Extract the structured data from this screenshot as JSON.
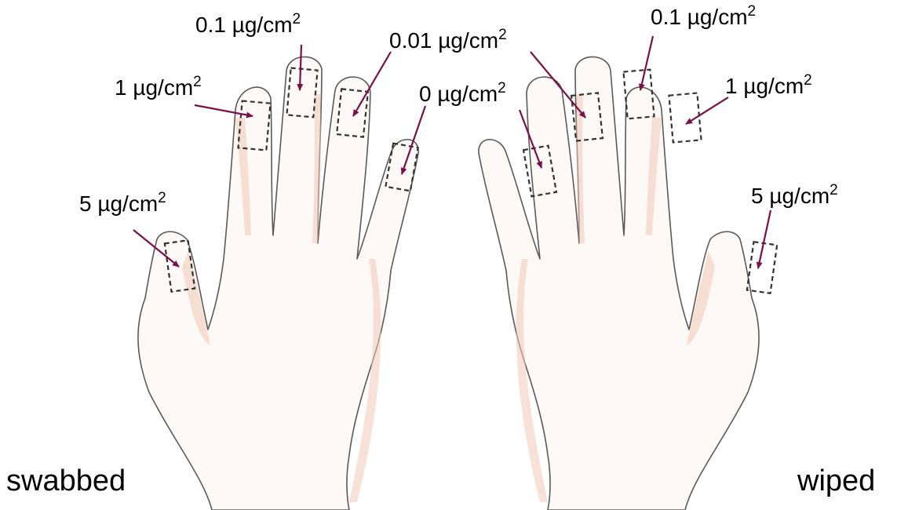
{
  "left_hand": {
    "caption": "swabbed",
    "labels": {
      "thumb": {
        "value": "5 µg/cm",
        "sup": "2"
      },
      "index": {
        "value": "1 µg/cm",
        "sup": "2"
      },
      "middle": {
        "value": "0.1 µg/cm",
        "sup": "2"
      },
      "ring": {
        "value": "0.01 µg/cm",
        "sup": "2"
      },
      "little": {
        "value": "0 µg/cm",
        "sup": "2"
      }
    }
  },
  "right_hand": {
    "caption": "wiped",
    "labels": {
      "middle": {
        "value": "0.1 µg/cm",
        "sup": "2"
      },
      "index": {
        "value": "1 µg/cm",
        "sup": "2"
      },
      "thumb": {
        "value": "5 µg/cm",
        "sup": "2"
      }
    }
  },
  "colors": {
    "arrow": "#7a1048",
    "skin": "#fdf9f6",
    "skin_shade": "#f2c9b4",
    "outline": "#5a5a5a"
  }
}
